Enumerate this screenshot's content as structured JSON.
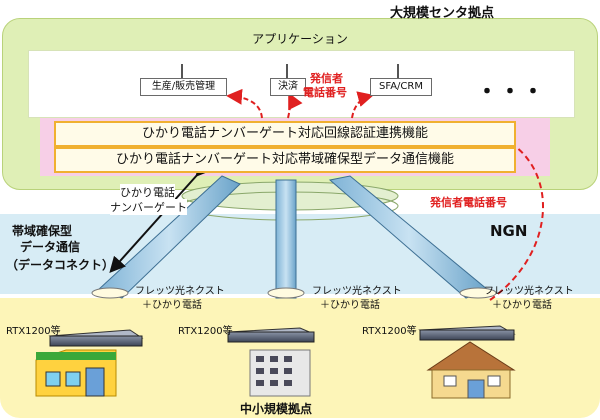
{
  "hq": {
    "title": "大規模センタ拠点",
    "app_label": "アプリケーション",
    "apps": {
      "sales": "生産/販売管理",
      "settle": "決済",
      "crm": "SFA/CRM",
      "more": "・・・"
    },
    "caller_note_line1": "発信者",
    "caller_note_line2": "電話番号",
    "functions": {
      "auth": "ひかり電話ナンバーゲート対応回線認証連携機能",
      "data": "ひかり電話ナンバーゲート対応帯域確保型データ通信機能"
    }
  },
  "ngn": {
    "label": "NGN",
    "bandwidth_line1": "帯域確保型",
    "bandwidth_line2": "データ通信",
    "bandwidth_line3": "（データコネクト）",
    "numbergate_line1": "ひかり電話",
    "numbergate_line2": "ナンバーゲート",
    "caller_note": "発信者電話番号"
  },
  "sme": {
    "title": "中小規模拠点",
    "service_line1": "フレッツ光ネクスト",
    "service_line2": "＋ひかり電話",
    "router": "RTX1200等"
  },
  "colors": {
    "hq_bg": "#dfefb6",
    "ngn_bg": "#d7ecf5",
    "sme_bg": "#fdf5b8",
    "accent_red": "#e02020",
    "bar_border": "#f0b030"
  }
}
